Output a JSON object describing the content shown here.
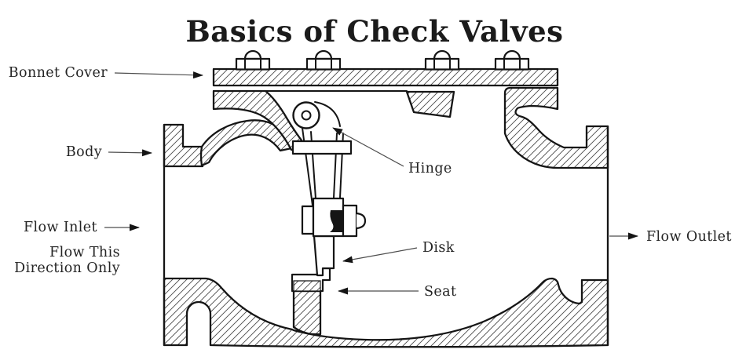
{
  "title": "Basics of Check Valves",
  "labels": {
    "bonnet_cover": "Bonnet Cover",
    "body": "Body",
    "flow_inlet": "Flow Inlet",
    "flow_direction_line1": "Flow This",
    "flow_direction_line2": "Direction Only",
    "hinge": "Hinge",
    "disk": "Disk",
    "seat": "Seat",
    "flow_outlet": "Flow Outlet"
  },
  "colors": {
    "line": "#151515",
    "leader": "#4d4d4d",
    "text": "#242424",
    "background": "#ffffff"
  }
}
